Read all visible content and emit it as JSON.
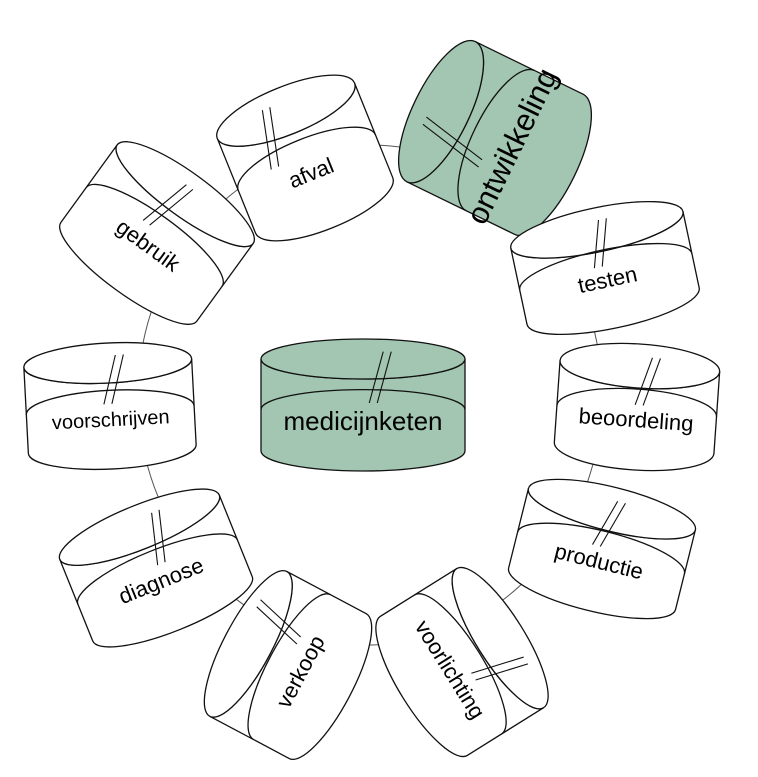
{
  "colors": {
    "highlight_fill": "#a2c6b1",
    "plain_fill": "#ffffff",
    "stroke": "#111111"
  },
  "center": {
    "label": "medicijnketen",
    "highlighted": true
  },
  "cycle": [
    {
      "label": "ontwikkeling",
      "highlighted": true
    },
    {
      "label": "testen",
      "highlighted": false
    },
    {
      "label": "beoordeling",
      "highlighted": false
    },
    {
      "label": "productie",
      "highlighted": false
    },
    {
      "label": "voorlichting",
      "highlighted": false
    },
    {
      "label": "verkoop",
      "highlighted": false
    },
    {
      "label": "diagnose",
      "highlighted": false
    },
    {
      "label": "voorschrijven",
      "highlighted": false
    },
    {
      "label": "gebruik",
      "highlighted": false
    },
    {
      "label": "afval",
      "highlighted": false
    }
  ]
}
